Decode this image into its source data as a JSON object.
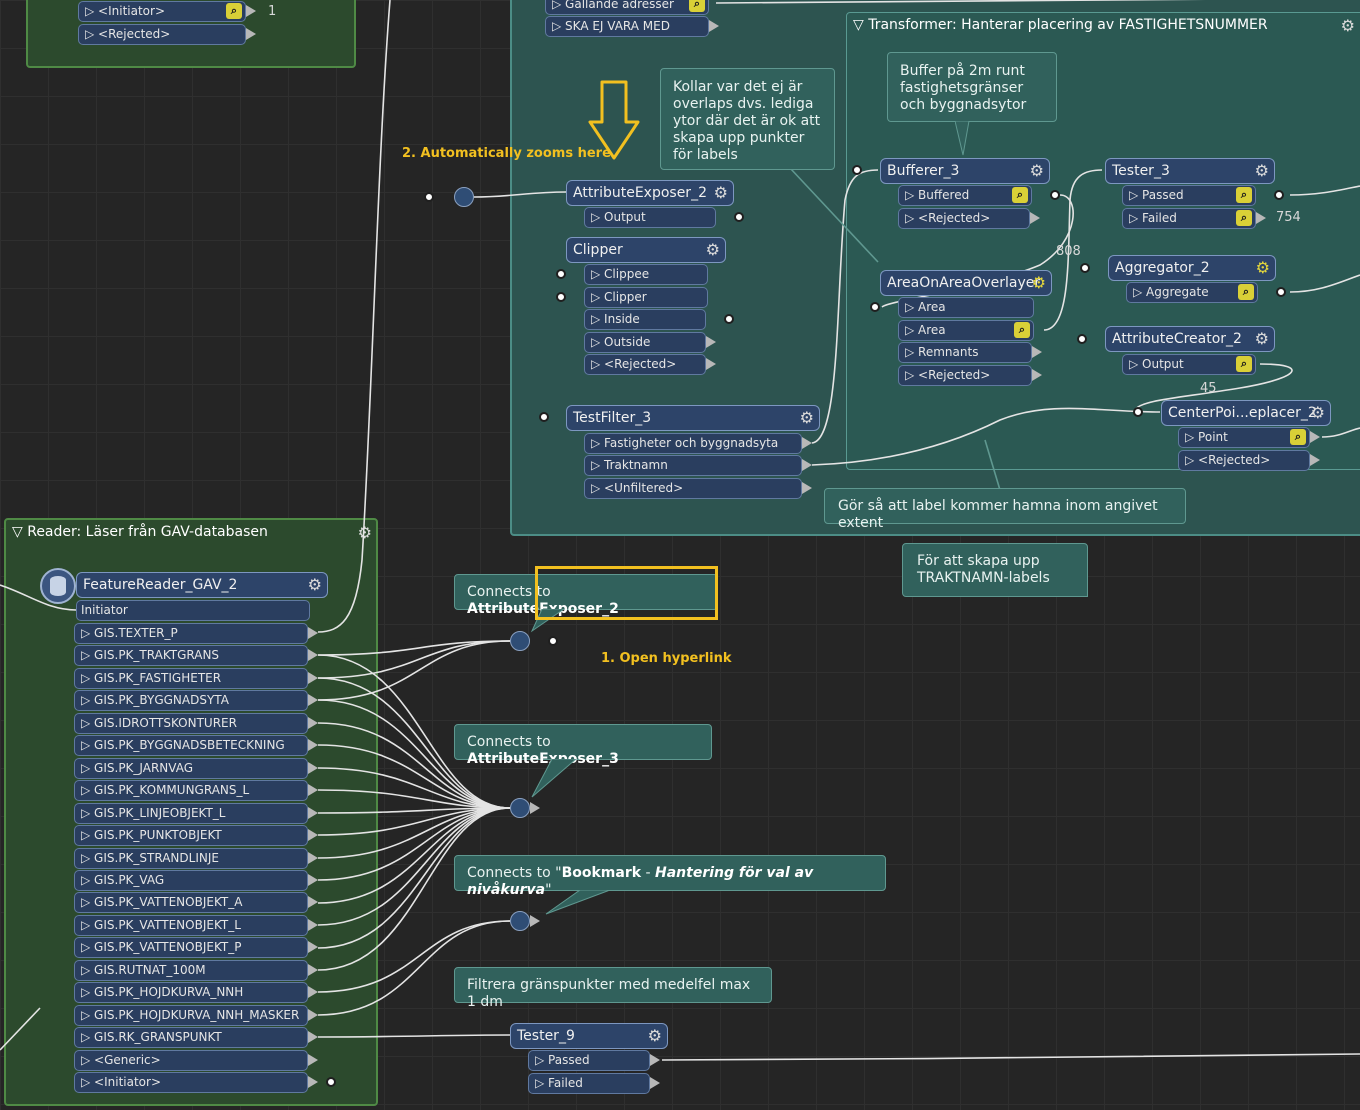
{
  "annotations": {
    "auto_zoom": "2. Automatically zooms here",
    "open_hyperlink": "1. Open hyperlink"
  },
  "top_left_bookmark": {
    "initiator": "<Initiator>",
    "rejected": "<Rejected>",
    "count": "1"
  },
  "top_bookmark": {
    "gallande": "Gällande adresser",
    "ska_ej": "SKA EJ VARA MED"
  },
  "transformer_bookmark": {
    "title": "Transformer: Hanterar placering av FASTIGHETSNUMMER"
  },
  "notes": {
    "kollar": "Kollar var det ej är overlaps dvs. lediga ytor där det är ok att skapa upp punkter för labels",
    "buffer": "Buffer på 2m runt fastighetsgränser och byggnadsytor",
    "gor_sa": "Gör så att label kommer hamna inom angivet extent",
    "trakt": "För att skapa upp TRAKTNAMN-labels",
    "conn1_prefix": "Connects to ",
    "conn1_target": "AttributeExposer_2",
    "conn2_prefix": "Connects to ",
    "conn2_target": "AttributeExposer_3",
    "conn3_prefix": "Connects to \"",
    "conn3_bookmark": "Bookmark",
    "conn3_sep": " - ",
    "conn3_name": "Hantering för val av nivåkurva",
    "conn3_suffix": "\"",
    "filtrera": "Filtrera gränspunkter med medelfel max 1 dm"
  },
  "transformers": {
    "attribute_exposer_2": {
      "name": "AttributeExposer_2",
      "ports": [
        "Output"
      ]
    },
    "clipper": {
      "name": "Clipper",
      "inputs": [
        "Clippee",
        "Clipper"
      ],
      "ports": [
        "Inside",
        "Outside",
        "<Rejected>"
      ]
    },
    "testfilter_3": {
      "name": "TestFilter_3",
      "ports": [
        "Fastigheter och byggnadsyta",
        "Traktnamn",
        "<Unfiltered>"
      ]
    },
    "bufferer_3": {
      "name": "Bufferer_3",
      "ports": [
        "Buffered",
        "<Rejected>"
      ]
    },
    "area_overlayer": {
      "name": "AreaOnAreaOverlayer",
      "inputs": [
        "Area"
      ],
      "ports": [
        "Area",
        "Remnants",
        "<Rejected>"
      ]
    },
    "tester_3": {
      "name": "Tester_3",
      "ports": [
        "Passed",
        "Failed"
      ],
      "failed_count": "754"
    },
    "aggregator_2": {
      "name": "Aggregator_2",
      "ports": [
        "Aggregate"
      ]
    },
    "attribute_creator_2": {
      "name": "AttributeCreator_2",
      "ports": [
        "Output"
      ]
    },
    "centerpoint": {
      "name": "CenterPoi...eplacer_2",
      "ports": [
        "Point",
        "<Rejected>"
      ]
    },
    "tester_9": {
      "name": "Tester_9",
      "ports": [
        "Passed",
        "Failed"
      ]
    }
  },
  "counts": {
    "c808": "808",
    "c45": "45"
  },
  "reader": {
    "bookmark_title": "Reader: Läser från GAV-databasen",
    "name": "FeatureReader_GAV_2",
    "initiator_in": "Initiator",
    "ports": [
      "GIS.TEXTER_P",
      "GIS.PK_TRAKTGRANS",
      "GIS.PK_FASTIGHETER",
      "GIS.PK_BYGGNADSYTA",
      "GIS.IDROTTSKONTURER",
      "GIS.PK_BYGGNADSBETECKNING",
      "GIS.PK_JARNVAG",
      "GIS.PK_KOMMUNGRANS_L",
      "GIS.PK_LINJEOBJEKT_L",
      "GIS.PK_PUNKTOBJEKT",
      "GIS.PK_STRANDLINJE",
      "GIS.PK_VAG",
      "GIS.PK_VATTENOBJEKT_A",
      "GIS.PK_VATTENOBJEKT_L",
      "GIS.PK_VATTENOBJEKT_P",
      "GIS.RUTNAT_100M",
      "GIS.PK_HOJDKURVA_NNH",
      "GIS.PK_HOJDKURVA_NNH_MASKER",
      "GIS.RK_GRANSPUNKT",
      "<Generic>",
      "<Initiator>"
    ]
  },
  "colors": {
    "accent": "#f2c020",
    "node_fill": "#2d4469",
    "bookmark_green": "#2c4a2d",
    "bookmark_teal": "#2d5450"
  }
}
